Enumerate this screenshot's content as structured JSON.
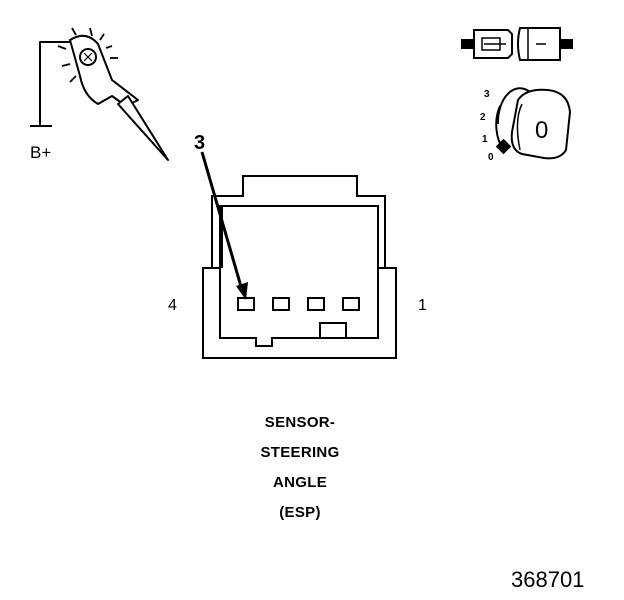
{
  "probe": {
    "supply_label": "B+"
  },
  "ignition": {
    "positions": [
      "3",
      "2",
      "1",
      "0"
    ],
    "key_label": "0"
  },
  "connector": {
    "callout": "3",
    "pin_left": "4",
    "pin_right": "1"
  },
  "caption": {
    "lines": [
      "SENSOR-",
      "STEERING",
      "ANGLE",
      "(ESP)"
    ]
  },
  "figure_number": "368701"
}
